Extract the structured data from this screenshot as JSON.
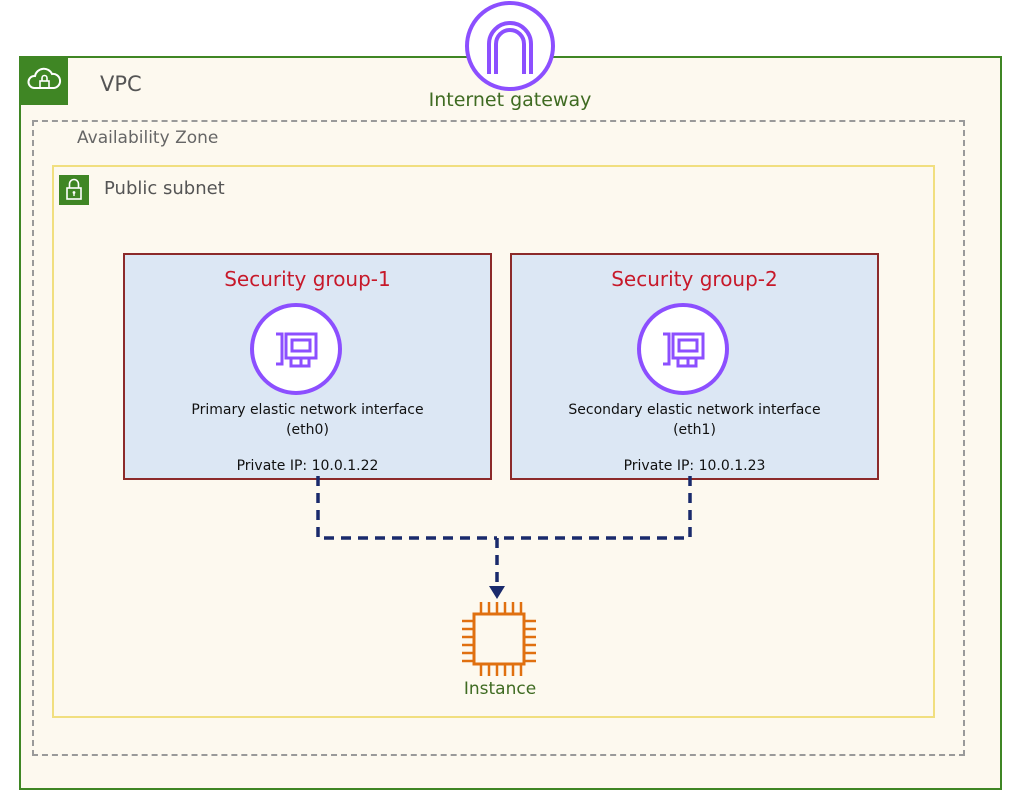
{
  "vpc": {
    "label": "VPC"
  },
  "internet_gateway": {
    "label": "Internet gateway"
  },
  "availability_zone": {
    "label": "Availability Zone"
  },
  "subnet": {
    "label": "Public subnet"
  },
  "security_groups": [
    {
      "title": "Security group-1",
      "eni_name": "Primary elastic network interface",
      "eni_device": "(eth0)",
      "private_ip": "Private IP: 10.0.1.22"
    },
    {
      "title": "Security group-2",
      "eni_name": "Secondary elastic network interface",
      "eni_device": "(eth1)",
      "private_ip": "Private IP: 10.0.1.23"
    }
  ],
  "instance": {
    "label": "Instance"
  },
  "colors": {
    "vpc_green": "#3f8624",
    "igw_purple": "#8c4fff",
    "security_group_border": "#8c2a2a",
    "security_group_title": "#c7192a",
    "instance_orange": "#e07010",
    "connector_navy": "#1a2a6c",
    "subnet_border": "#f1df7f"
  },
  "icons": {
    "vpc": "cloud-lock-icon",
    "subnet": "padlock-icon",
    "internet_gateway": "gateway-arch-icon",
    "eni": "network-card-icon",
    "instance": "chip-icon"
  }
}
